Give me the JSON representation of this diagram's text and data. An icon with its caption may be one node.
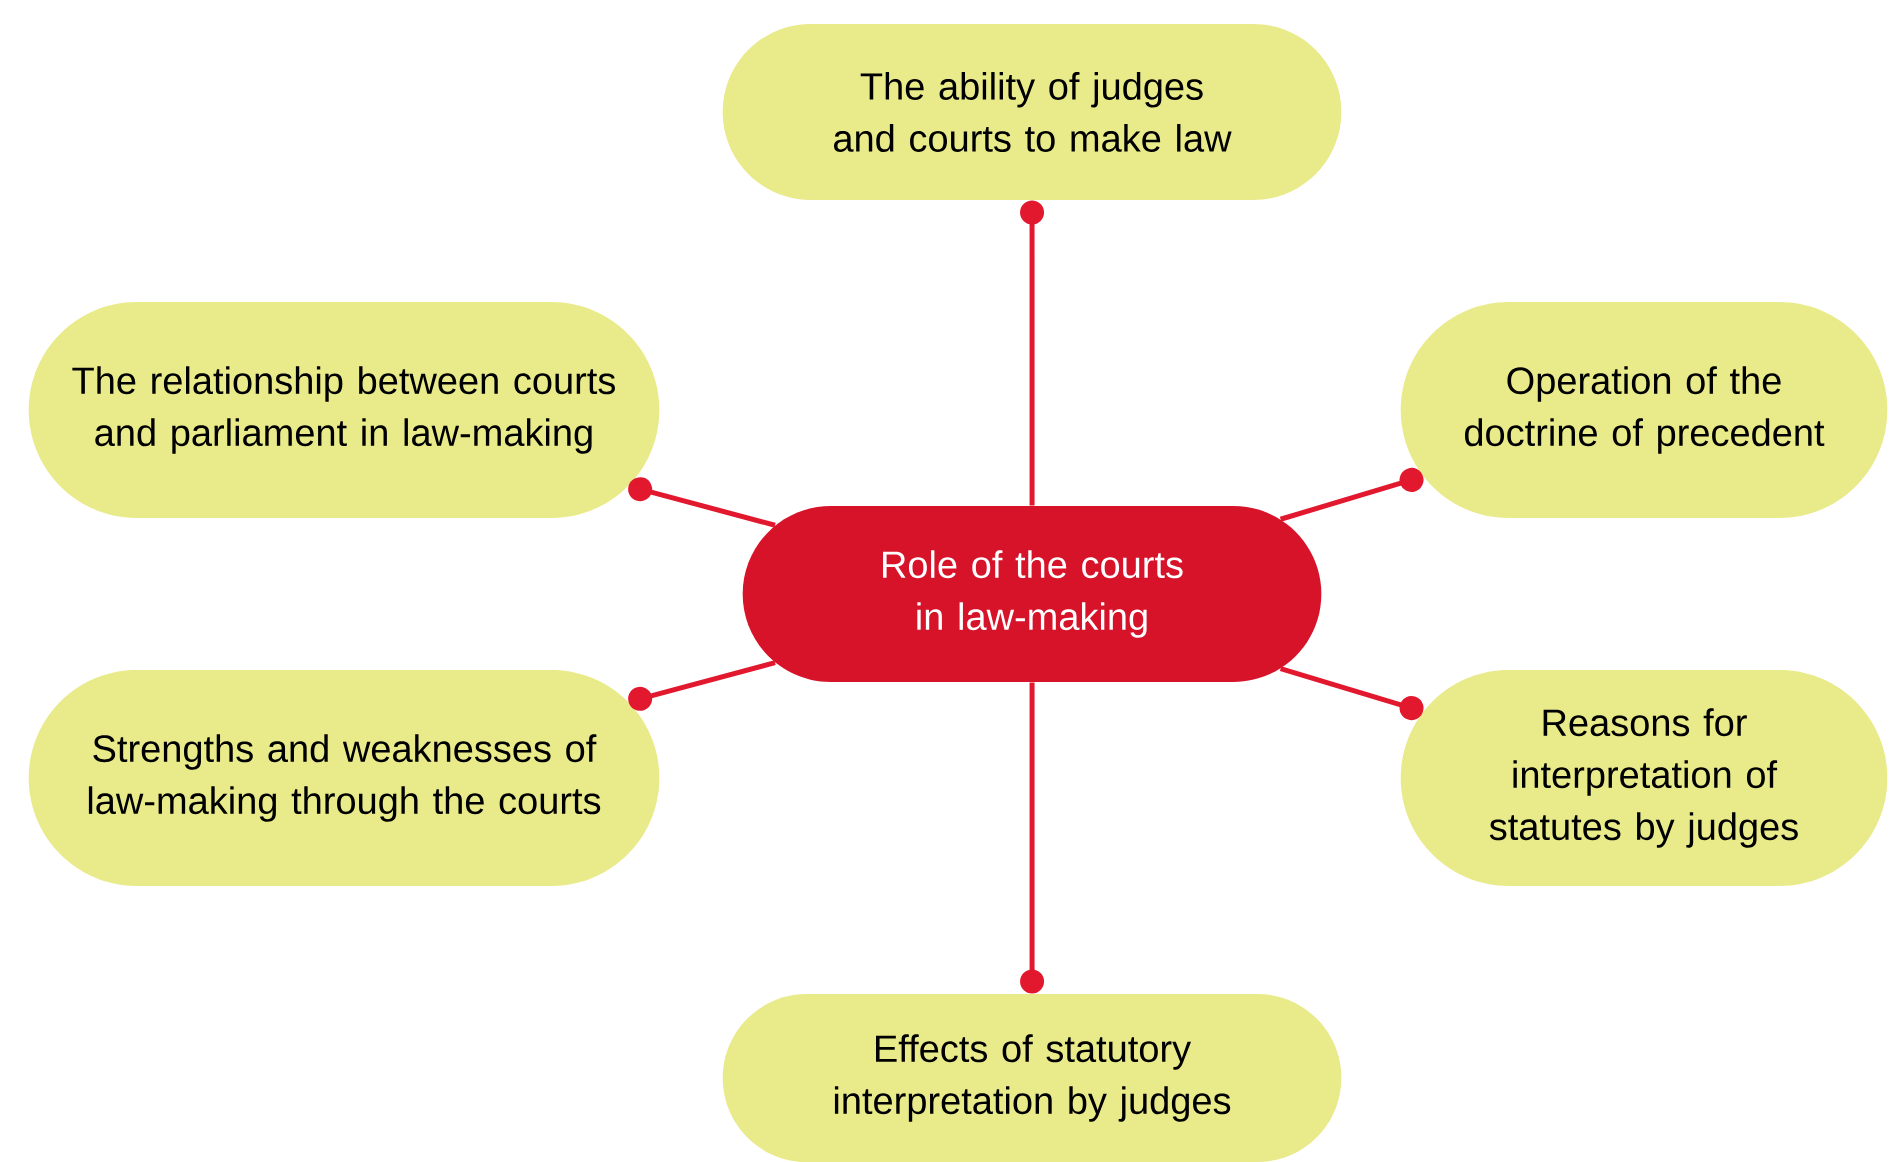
{
  "diagram": {
    "nodes": [
      {
        "text": [
          "The ability of judges and courts to make law"
        ]
      },
      {
        "text": [
          "The relationship between courts and parliament in law-making"
        ]
      },
      {
        "text": [
          "Operation of the doctrine of precedent"
        ]
      },
      {
        "text": [
          "Role of the courts in law-making"
        ]
      },
      {
        "text": [
          "Strengths and weaknesses of law-making through the courts"
        ]
      },
      {
        "text": [
          "Reasons for interpretation of statutes by judges"
        ]
      },
      {
        "text": [
          "Effects of statutory interpretation by judges"
        ]
      }
    ],
    "edges": [
      {
        "from": 3,
        "to": 0,
        "arrow": "other"
      },
      {
        "from": 3,
        "to": 1,
        "arrow": "other"
      },
      {
        "from": 3,
        "to": 2,
        "arrow": "other"
      },
      {
        "from": 3,
        "to": 4,
        "arrow": "other"
      },
      {
        "from": 3,
        "to": 5,
        "arrow": "other"
      },
      {
        "from": 3,
        "to": 6,
        "arrow": "other"
      }
    ]
  }
}
